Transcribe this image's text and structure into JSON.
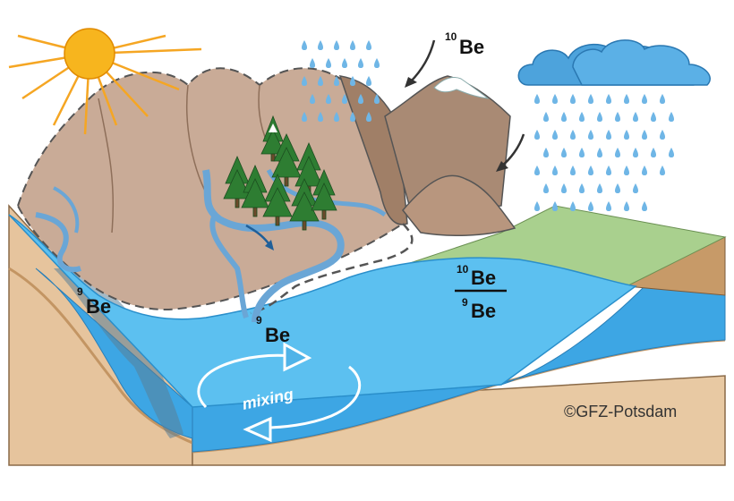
{
  "diagram": {
    "labels": {
      "be10_incoming": "Be",
      "be10_incoming_mass": "10",
      "be9_left": "Be",
      "be9_left_mass": "9",
      "be9_center": "Be",
      "be9_center_mass": "9",
      "ratio_numerator": "Be",
      "ratio_numerator_mass": "10",
      "ratio_denominator": "Be",
      "ratio_denominator_mass": "9",
      "mixing": "mixing",
      "copyright": "©GFZ-Potsdam"
    },
    "colors": {
      "sky": "#ffffff",
      "sun": "#f7b51e",
      "sun_rays": "#f5a623",
      "mountain": "#c7a994",
      "mountain_dark": "#9c7d66",
      "river": "#6aa6d6",
      "lake": "#4fb3e8",
      "lake_deep": "#2f9fe0",
      "grass": "#a9d08e",
      "soil": "#e4c199",
      "soil_edge": "#c79a68",
      "cloud": "#4da3dc",
      "rain": "#6fb6e6",
      "tree": "#2e7d32",
      "outline": "#555555"
    }
  }
}
